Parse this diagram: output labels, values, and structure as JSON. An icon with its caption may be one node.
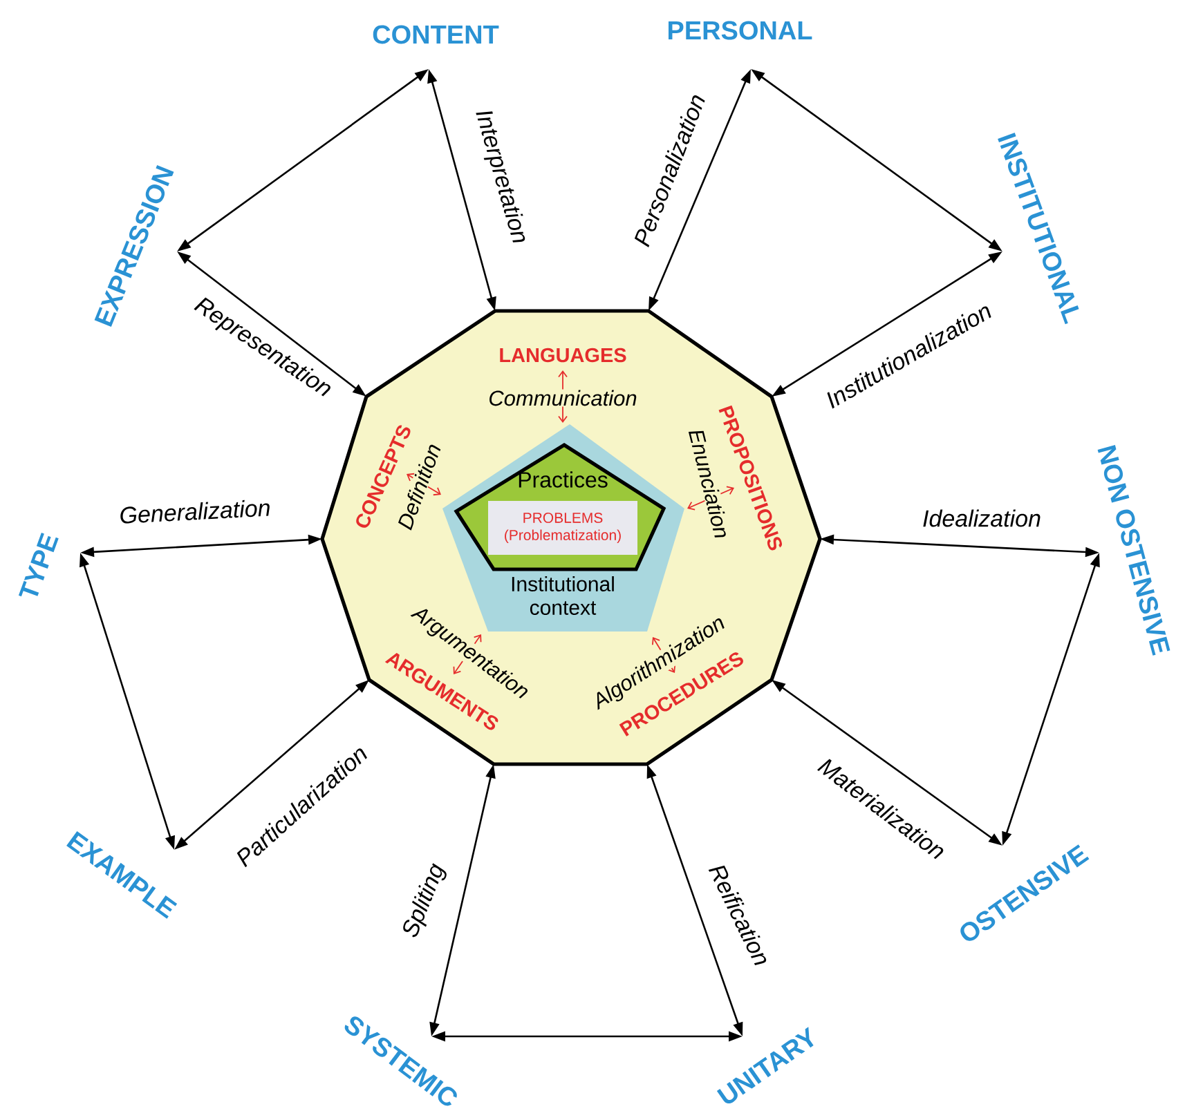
{
  "diagram": {
    "nodes": [
      {
        "text": [],
        "shape": "decagon"
      },
      {
        "text": [
          "LANGUAGES"
        ],
        "in": 0
      },
      {
        "text": [
          "CONCEPTS"
        ],
        "in": 0
      },
      {
        "text": [
          "PROPOSITIONS"
        ],
        "in": 0
      },
      {
        "text": [
          "ARGUMENTS"
        ],
        "in": 0
      },
      {
        "text": [
          "PROCEDURES"
        ],
        "in": 0
      },
      {
        "text": [
          "Institutional context"
        ],
        "in": 0
      },
      {
        "text": [
          "Practices"
        ],
        "in": 6
      },
      {
        "text": [
          "PROBLEMS (Problematization)"
        ],
        "in": 7
      },
      {
        "text": [
          "CONTENT"
        ]
      },
      {
        "text": [
          "PERSONAL"
        ]
      },
      {
        "text": [
          "EXPRESSION"
        ]
      },
      {
        "text": [
          "INSTITUTIONAL"
        ]
      },
      {
        "text": [
          "TYPE"
        ]
      },
      {
        "text": [
          "NON OSTENSIVE"
        ]
      },
      {
        "text": [
          "EXAMPLE"
        ]
      },
      {
        "text": [
          "OSTENSIVE"
        ]
      },
      {
        "text": [
          "SYSTEMIC"
        ]
      },
      {
        "text": [
          "UNITARY"
        ]
      }
    ],
    "edges": [
      {
        "from": 1,
        "to": 6,
        "arrow": "both",
        "label": "Communication",
        "color": "#e52c2c"
      },
      {
        "from": 2,
        "to": 6,
        "arrow": "both",
        "label": "Definition",
        "color": "#e52c2c"
      },
      {
        "from": 3,
        "to": 6,
        "arrow": "both",
        "label": "Enunciation",
        "color": "#e52c2c"
      },
      {
        "from": 4,
        "to": 6,
        "arrow": "both",
        "label": "Argumentation",
        "color": "#e52c2c"
      },
      {
        "from": 5,
        "to": 6,
        "arrow": "both",
        "label": "Algorithmization",
        "color": "#e52c2c"
      },
      {
        "from": 9,
        "to": 11,
        "arrow": "both"
      },
      {
        "from": 9,
        "to": 0,
        "arrow": "both",
        "label": "Interpretation"
      },
      {
        "from": 11,
        "to": 0,
        "arrow": "both",
        "label": "Representation"
      },
      {
        "from": 10,
        "to": 12,
        "arrow": "both"
      },
      {
        "from": 10,
        "to": 0,
        "arrow": "both",
        "label": "Personalization"
      },
      {
        "from": 12,
        "to": 0,
        "arrow": "both",
        "label": "Institutionalization"
      },
      {
        "from": 14,
        "to": 16,
        "arrow": "both"
      },
      {
        "from": 14,
        "to": 0,
        "arrow": "both",
        "label": "Idealization"
      },
      {
        "from": 16,
        "to": 0,
        "arrow": "both",
        "label": "Materialization"
      },
      {
        "from": 18,
        "to": 17,
        "arrow": "both"
      },
      {
        "from": 18,
        "to": 0,
        "arrow": "both",
        "label": "Reification"
      },
      {
        "from": 17,
        "to": 0,
        "arrow": "both",
        "label": "Spliting"
      },
      {
        "from": 13,
        "to": 15,
        "arrow": "both"
      },
      {
        "from": 13,
        "to": 0,
        "arrow": "both",
        "label": "Generalization"
      },
      {
        "from": 15,
        "to": 0,
        "arrow": "both",
        "label": "Particularization"
      }
    ]
  }
}
